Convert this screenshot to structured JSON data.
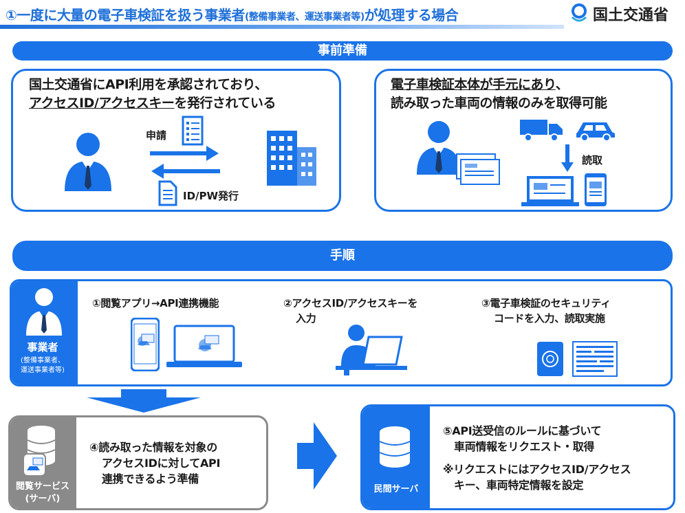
{
  "header": {
    "title_main": "①一度に大量の電子車検証を扱う事業者",
    "title_paren": "(整備事業者、運送事業者等)",
    "title_tail": "が処理する場合",
    "logo_text": "国土交通省"
  },
  "prep": {
    "band_label": "事前準備",
    "left": {
      "line1": "国土交通省にAPI利用を承認されており、",
      "line2_underlined": "アクセスID/アクセスキー",
      "line2_rest": "を発行されている",
      "apply_label": "申請",
      "issue_label": "ID/PW発行"
    },
    "right": {
      "line1_underlined": "電子車検証本体が手元にあり",
      "line1_rest": "、",
      "line2": "読み取った車両の情報のみを取得可能",
      "read_label": "読取"
    }
  },
  "proc": {
    "band_label": "手順",
    "actor": {
      "label": "事業者",
      "sub1": "(整備事業者、",
      "sub2": "運送事業者等)"
    },
    "step1": "①閲覧アプリ→API連携機能",
    "step2_line1": "②アクセスID/アクセスキーを",
    "step2_line2": "入力",
    "step3_line1": "③電子車検証のセキュリティ",
    "step3_line2": "コードを入力、読取実施",
    "step4": {
      "server_label1": "閲覧サービス",
      "server_label2": "(サーバ)",
      "line1": "④読み取った情報を対象の",
      "line2": "アクセスIDに対してAPI",
      "line3": "連携できるよう準備"
    },
    "step5": {
      "server_label": "民間サーバ",
      "line1": "⑤API送受信のルールに基づいて",
      "line2": "車両情報をリクエスト・取得",
      "line3": "※リクエストにはアクセスID/アクセス",
      "line4": "キー、車両特定情報を設定"
    }
  },
  "colors": {
    "primary": "#1a73e8",
    "grey": "#8a8a8a"
  }
}
